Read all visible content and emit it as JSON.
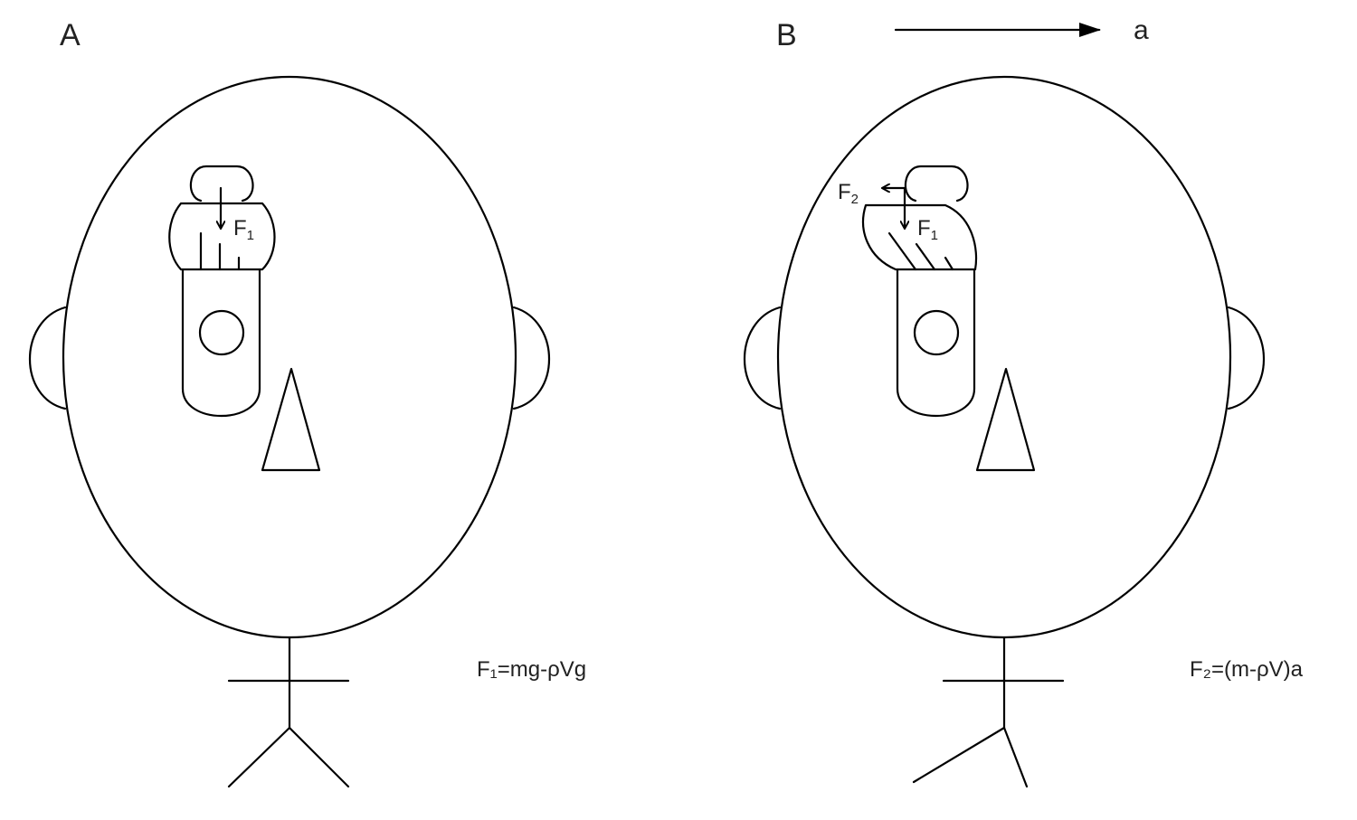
{
  "panels": [
    {
      "label": "A",
      "force_label": "F",
      "force_sub": "1",
      "equation": "F₁=mg-ρVg"
    },
    {
      "label": "B",
      "force_label_1": "F",
      "force_sub_1": "1",
      "force_label_2": "F",
      "force_sub_2": "2",
      "equation": "F₂=(m-ρV)a",
      "acceleration_label": "a"
    }
  ]
}
